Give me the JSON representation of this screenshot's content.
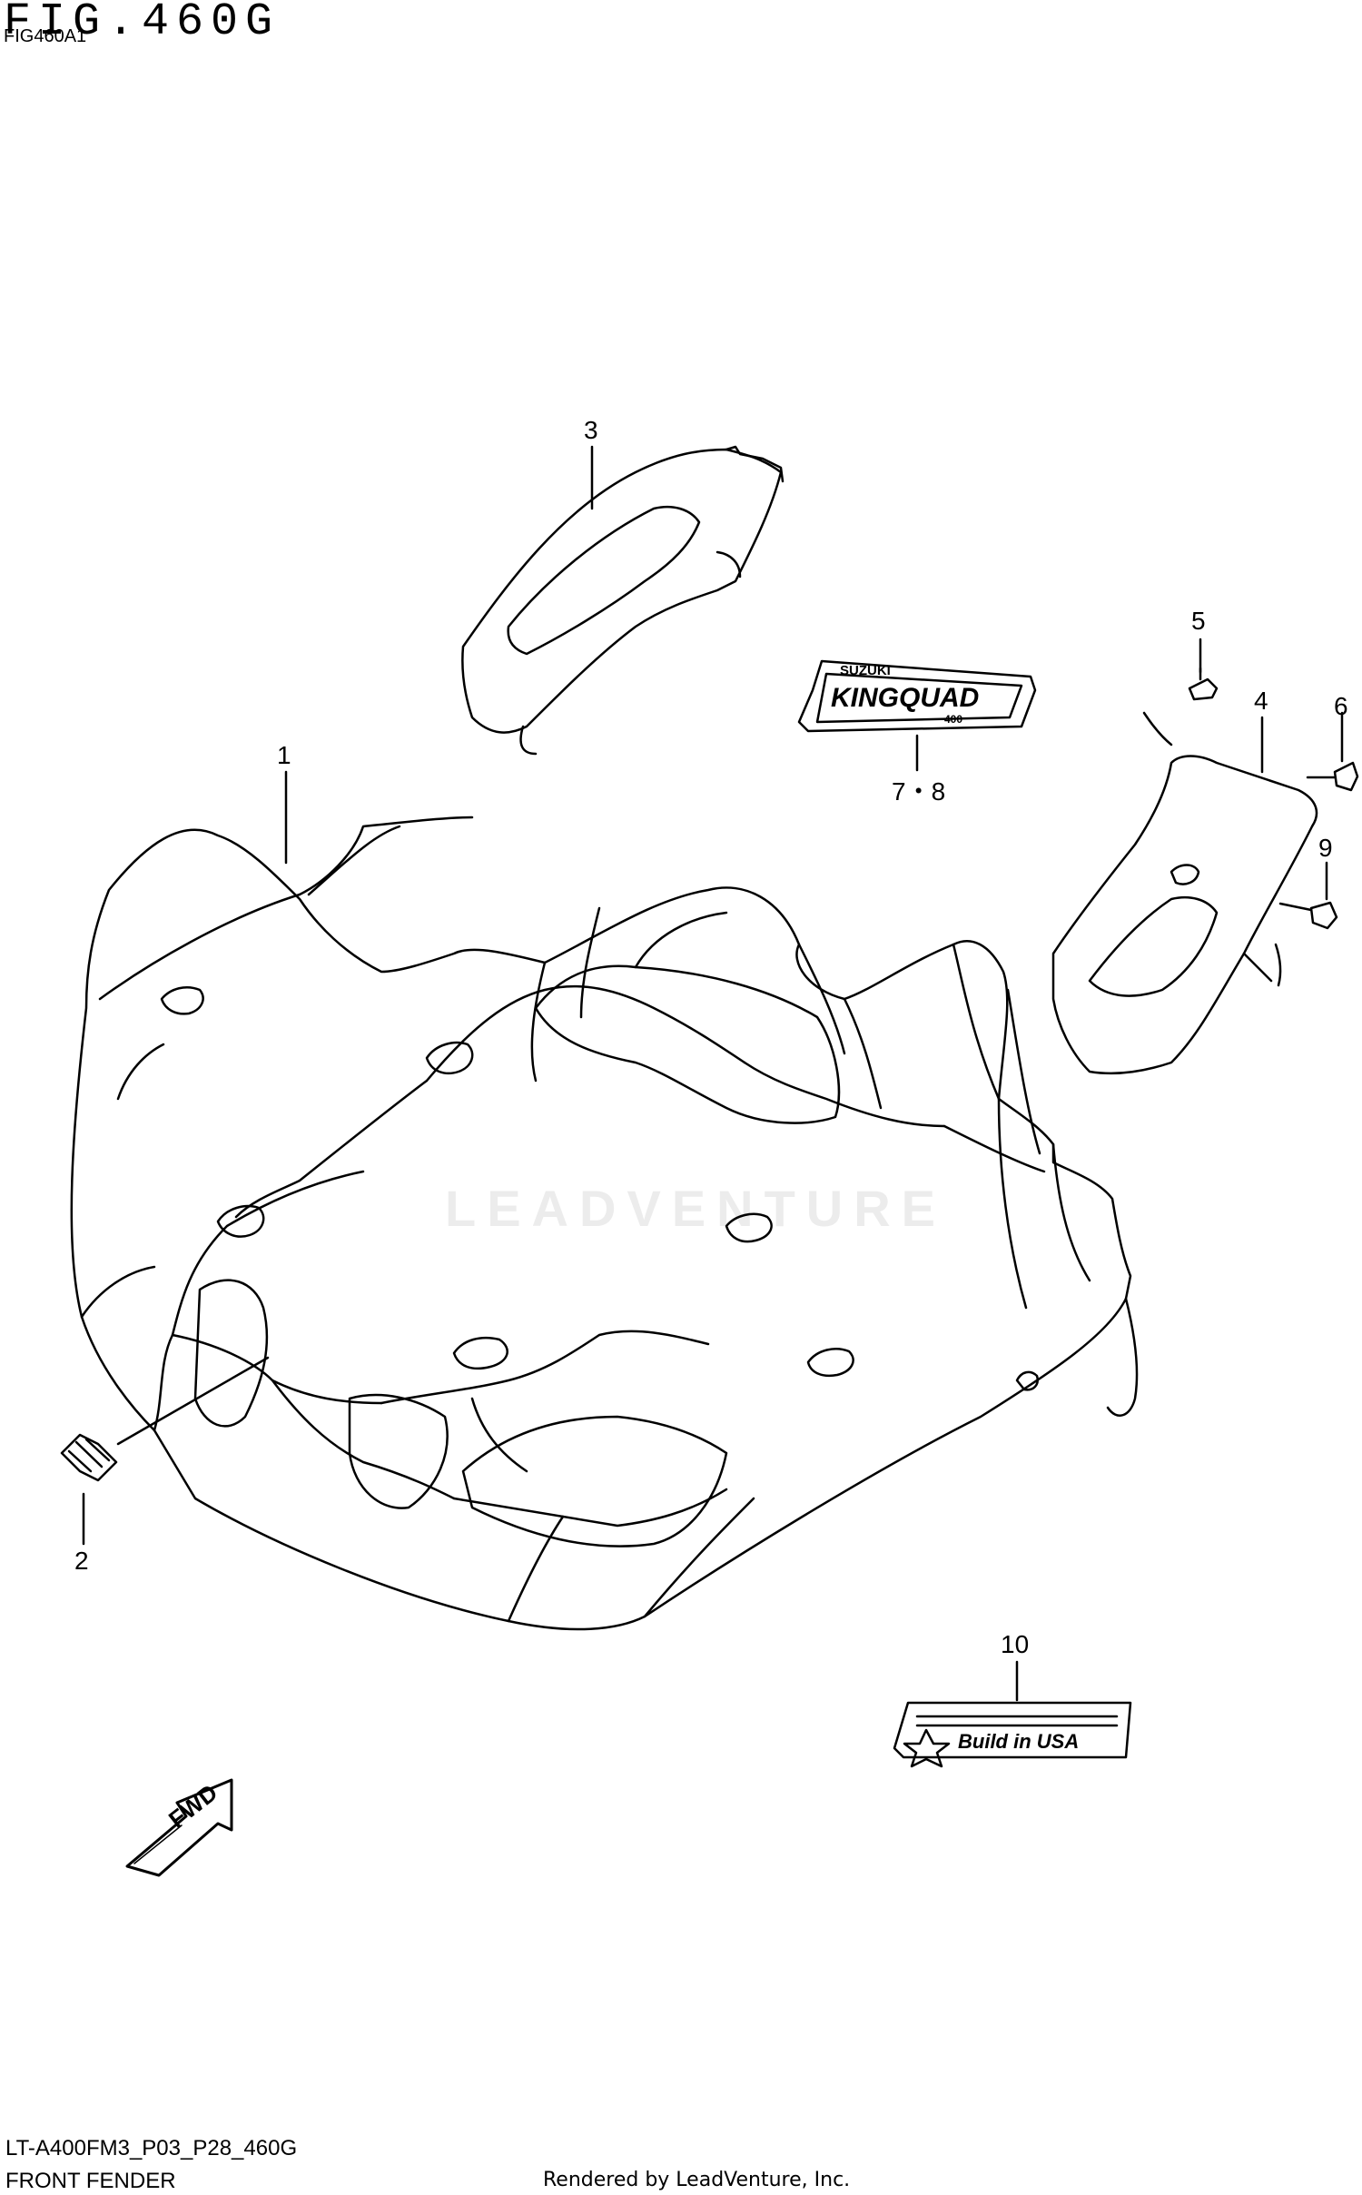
{
  "figure": {
    "title": "FIG.460G",
    "subtitle": "FIG460A1",
    "model_code": "LT-A400FM3_P03_P28_460G",
    "section_name": "FRONT FENDER",
    "credit": "Rendered by LeadVenture, Inc.",
    "watermark": "LEADVENTURE"
  },
  "callouts": [
    {
      "id": "c1",
      "label": "1"
    },
    {
      "id": "c2",
      "label": "2"
    },
    {
      "id": "c3",
      "label": "3"
    },
    {
      "id": "c4",
      "label": "4"
    },
    {
      "id": "c5",
      "label": "5"
    },
    {
      "id": "c6",
      "label": "6"
    },
    {
      "id": "c78",
      "label": "7・8"
    },
    {
      "id": "c9",
      "label": "9"
    },
    {
      "id": "c10",
      "label": "10"
    }
  ],
  "decals": {
    "kingquad_top": "SUZUKI",
    "kingquad_main": "KINGQUAD",
    "kingquad_sub": "400",
    "build_in_usa": "Build in USA",
    "fwd_arrow": "FWD"
  },
  "colors": {
    "line": "#000000",
    "background": "#ffffff",
    "watermark": "#ececec"
  }
}
